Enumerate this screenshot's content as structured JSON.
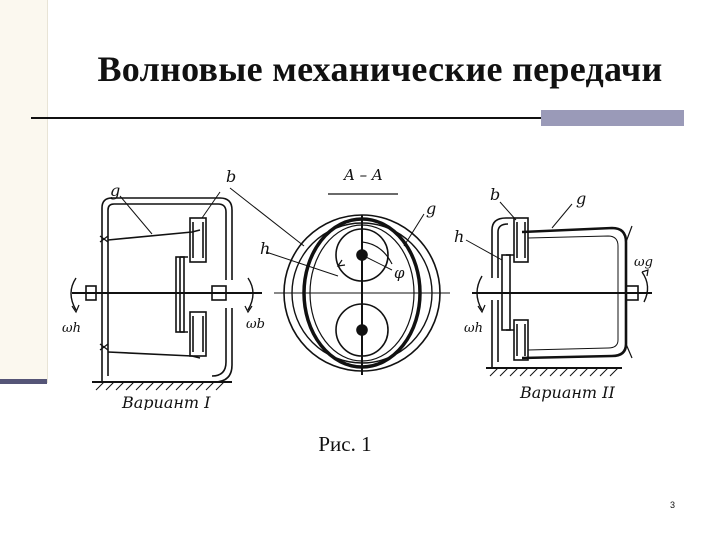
{
  "title": "Волновые механические передачи",
  "figure": {
    "section_label": "A – A",
    "left_variant_label": "Вариант I",
    "right_variant_label": "Вариант II",
    "labels": {
      "g": "g",
      "b": "b",
      "h": "h",
      "phi": "φ",
      "omega_h": "ωh",
      "omega_b": "ωb",
      "omega_g": "ωg"
    }
  },
  "caption": "Рис. 1",
  "page_number": "3",
  "colors": {
    "rule_block": "#9a9ab8",
    "left_bar": "#fbf8ef",
    "left_bar_accent": "#555577"
  }
}
